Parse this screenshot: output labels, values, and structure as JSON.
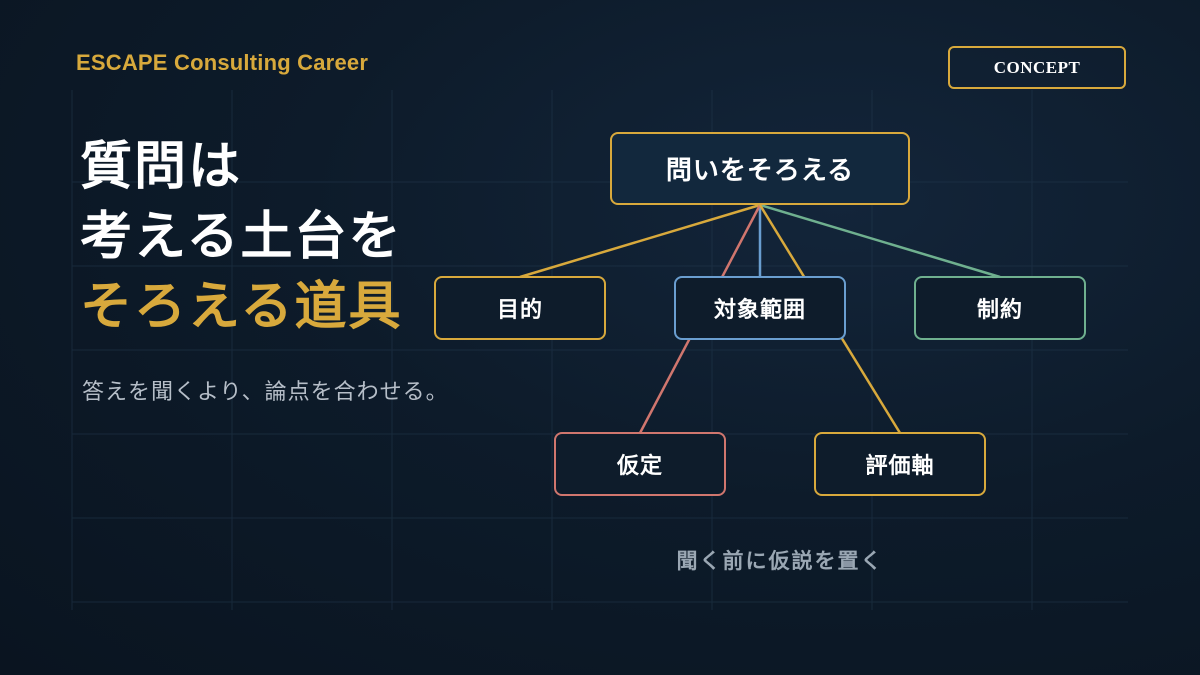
{
  "brand": "ESCAPE Consulting Career",
  "tag": "CONCEPT",
  "headline": {
    "line1": "質問は",
    "line2": "考える土台を",
    "line3": "そろえる道具"
  },
  "subtitle": "答えを聞くより、論点を合わせる。",
  "diagram": {
    "root": "問いをそろえる",
    "nodes": {
      "purpose": "目的",
      "scope": "対象範囲",
      "constraint": "制約",
      "hypothesis": "仮定",
      "criteria": "評価軸"
    },
    "colors": {
      "gold": "#d8a93c",
      "blue": "#6a9ed0",
      "green": "#6fb08f",
      "red": "#d0766e"
    }
  },
  "caption": "聞く前に仮説を置く"
}
